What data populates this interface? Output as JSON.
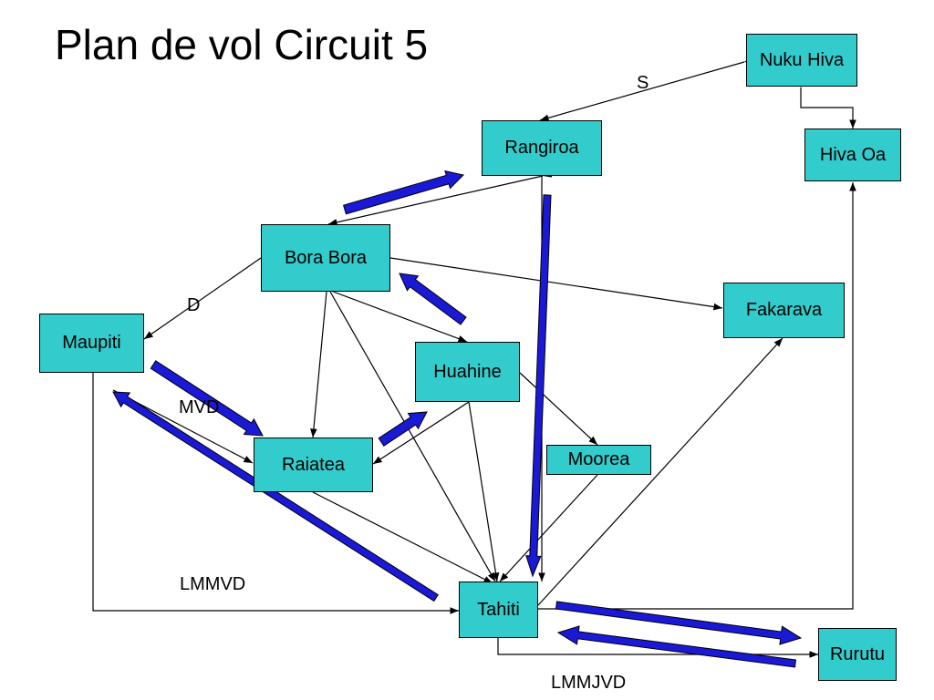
{
  "title": "Plan de vol Circuit 5",
  "colors": {
    "node_fill": "#33cccc",
    "connector": "#000000",
    "flight_arrow": "#1a1ad6"
  },
  "nodes": {
    "nuku_hiva": "Nuku Hiva",
    "hiva_oa": "Hiva Oa",
    "rangiroa": "Rangiroa",
    "bora_bora": "Bora Bora",
    "fakarava": "Fakarava",
    "maupiti": "Maupiti",
    "huahine": "Huahine",
    "raiatea": "Raiatea",
    "moorea": "Moorea",
    "tahiti": "Tahiti",
    "rurutu": "Rurutu"
  },
  "edge_labels": {
    "s": "S",
    "d": "D",
    "mvd": "MVD",
    "lmmvd": "LMMVD",
    "lmmjvd": "LMMJVD"
  }
}
